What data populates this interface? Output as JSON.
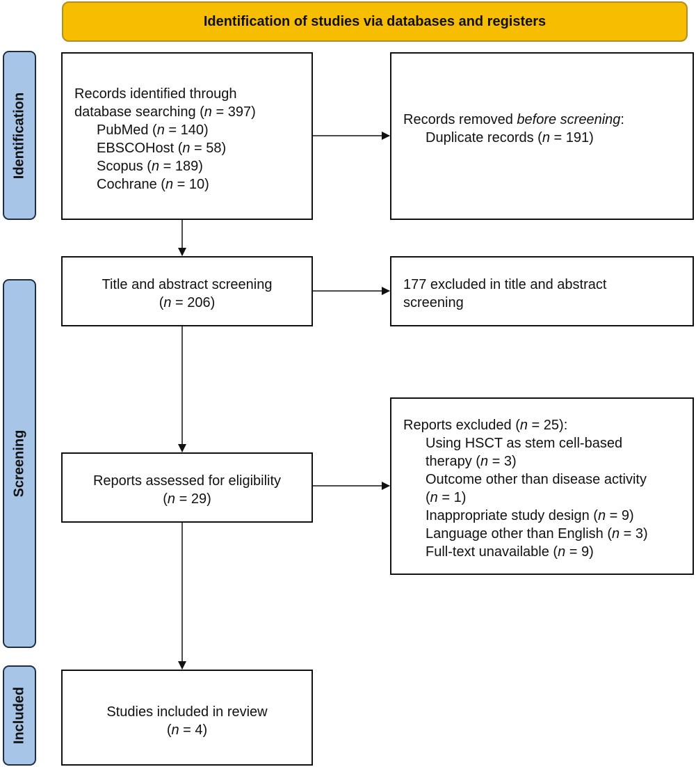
{
  "header": {
    "title": "Identification of studies via databases and registers"
  },
  "phases": {
    "identification": "Identification",
    "screening": "Screening",
    "included": "Included"
  },
  "identified": {
    "line1": "Records identified through",
    "line2_prefix": "database searching (",
    "line2_n": "n",
    "line2_suffix": " = 397)",
    "sources": [
      {
        "name": "PubMed (",
        "n": "n",
        "count": " = 140)"
      },
      {
        "name": "EBSCOHost (",
        "n": "n",
        "count": " = 58)"
      },
      {
        "name": "Scopus (",
        "n": "n",
        "count": " = 189)"
      },
      {
        "name": "Cochrane (",
        "n": "n",
        "count": " = 10)"
      }
    ]
  },
  "removed": {
    "line1_prefix": "Records removed ",
    "line1_italic": "before screening",
    "line1_suffix": ":",
    "line2_prefix": "Duplicate records (",
    "line2_n": "n",
    "line2_suffix": " = 191)"
  },
  "title_screening": {
    "line1": "Title and abstract screening",
    "n_open": "(",
    "n": "n",
    "n_close": " = 206)"
  },
  "title_excluded": {
    "line1": "177 excluded in title and abstract",
    "line2": "screening"
  },
  "eligibility": {
    "line1": "Reports assessed for eligibility",
    "n_open": "(",
    "n": "n",
    "n_close": " = 29)"
  },
  "reports_excluded": {
    "title_prefix": "Reports excluded (",
    "title_n": "n",
    "title_suffix": " = 25):",
    "reasons": [
      {
        "pre": "Using HSCT as stem cell-based",
        "mid": "",
        "post": ""
      },
      {
        "pre": "therapy (",
        "mid": "n",
        "post": " = 3)"
      },
      {
        "pre": "Outcome other than disease activity",
        "mid": "",
        "post": ""
      },
      {
        "pre": "(",
        "mid": "n",
        "post": " = 1)"
      },
      {
        "pre": "Inappropriate study design (",
        "mid": "n",
        "post": " = 9)"
      },
      {
        "pre": "Language other than English (",
        "mid": "n",
        "post": " = 3)"
      },
      {
        "pre": "Full-text unavailable (",
        "mid": "n",
        "post": " = 9)"
      }
    ]
  },
  "included": {
    "line1": "Studies included in review",
    "n_open": "(",
    "n": "n",
    "n_close": " = 4)"
  },
  "colors": {
    "header_fill": "#f7bd00",
    "phase_fill": "#a7c5e6",
    "phase_border": "#1f2d44",
    "line": "#111111"
  }
}
